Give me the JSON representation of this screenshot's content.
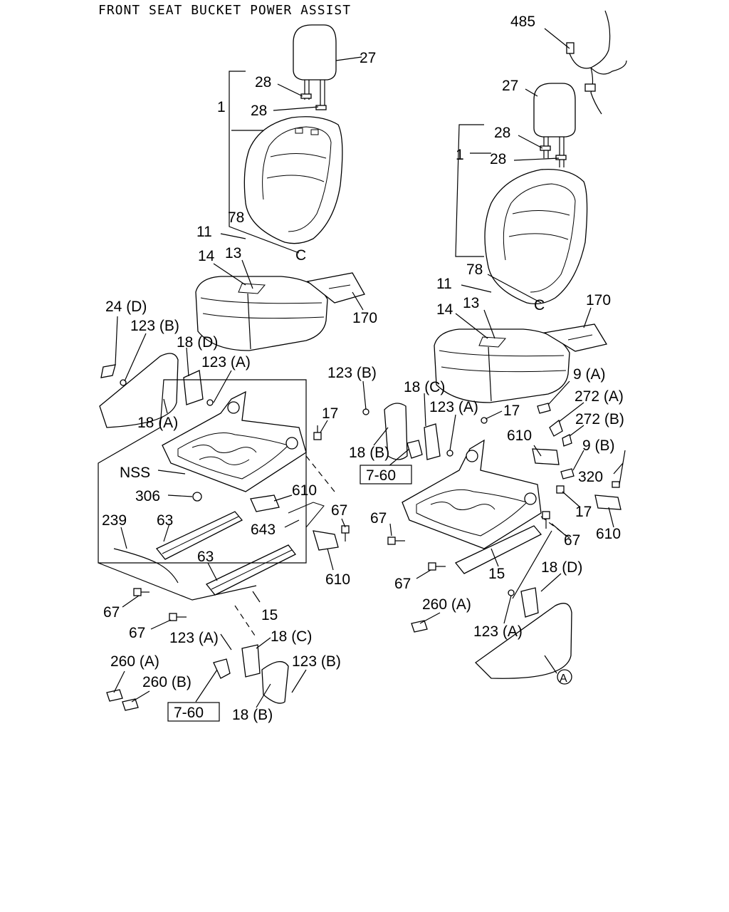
{
  "title": "FRONT SEAT BUCKET POWER ASSIST",
  "labels": {
    "l485": "485",
    "l27a": "27",
    "l28a": "28",
    "l1a": "1",
    "l28b": "28",
    "l78a": "78",
    "l11a": "11",
    "lCa": "C",
    "l14a": "14",
    "l13a": "13",
    "l170a": "170",
    "l24d": "24 (D)",
    "l123b1": "123 (B)",
    "l18d1": "18 (D)",
    "l123a1": "123 (A)",
    "l18a": "18 (A)",
    "l17a": "17",
    "lNSS": "NSS",
    "l306": "306",
    "l610a": "610",
    "l643": "643",
    "l67a": "67",
    "l239": "239",
    "l63a": "63",
    "l63b": "63",
    "l610b": "610",
    "l67b": "67",
    "l67c": "67",
    "l15a": "15",
    "l123a2": "123 (A)",
    "l18c1": "18 (C)",
    "l260a1": "260 (A)",
    "l260b": "260 (B)",
    "l123b2": "123 (B)",
    "l760a": "7-60",
    "l18b1": "18 (B)",
    "l27b": "27",
    "l28c": "28",
    "l1b": "1",
    "l28d": "28",
    "l78b": "78",
    "l11b": "11",
    "lCb": "C",
    "l14b": "14",
    "l13b": "13",
    "l170b": "170",
    "l123b3": "123 (B)",
    "l18c2": "18 (C)",
    "l123a3": "123 (A)",
    "l17b": "17",
    "l18b2": "18 (B)",
    "l760b": "7-60",
    "l9a": "9 (A)",
    "l272a": "272 (A)",
    "l272b": "272 (B)",
    "l610c": "610",
    "l9b": "9 (B)",
    "l320": "320",
    "l67d": "67",
    "l17c": "17",
    "l67e": "67",
    "l610d": "610",
    "l15b": "15",
    "l67f": "67",
    "l18d2": "18 (D)",
    "l260a2": "260 (A)",
    "l123a4": "123 (A)",
    "lA": "A"
  },
  "icons": [
    "seat-back-icon",
    "headrest-icon",
    "seat-cushion-icon",
    "seat-frame-icon",
    "seat-rail-icon",
    "wiring-harness-icon",
    "bolt-icon",
    "trim-cover-icon",
    "knob-icon"
  ]
}
